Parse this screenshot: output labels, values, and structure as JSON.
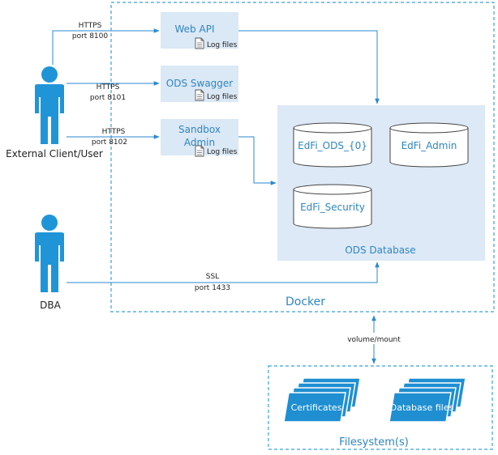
{
  "containers": {
    "docker": "Docker",
    "filesystem": "Filesystem(s)",
    "ods_database": "ODS Database"
  },
  "services": {
    "web_api": "Web API",
    "ods_swagger": "ODS Swagger",
    "sandbox_admin_line1": "Sandbox",
    "sandbox_admin_line2": "Admin",
    "log_files": "Log files"
  },
  "databases": {
    "ods": "EdFi_ODS_{0}",
    "admin": "EdFi_Admin",
    "security": "EdFi_Security"
  },
  "actors": {
    "client": "External Client/User",
    "dba": "DBA"
  },
  "connections": {
    "web_api_proto": "HTTPS",
    "web_api_port": "port 8100",
    "swagger_proto": "HTTPS",
    "swagger_port": "port 8101",
    "sandbox_proto": "HTTPS",
    "sandbox_port": "port 8102",
    "dba_proto": "SSL",
    "dba_port": "port 1433",
    "volume": "volume/mount"
  },
  "files": {
    "certificates": "Certificates",
    "database_files": "Database files"
  },
  "colors": {
    "accent": "#2196d3",
    "service_fill": "#dbe8f5",
    "db_area_fill": "#dde9f6",
    "line": "#2a8ad0",
    "text_blue": "#2e86c1"
  }
}
